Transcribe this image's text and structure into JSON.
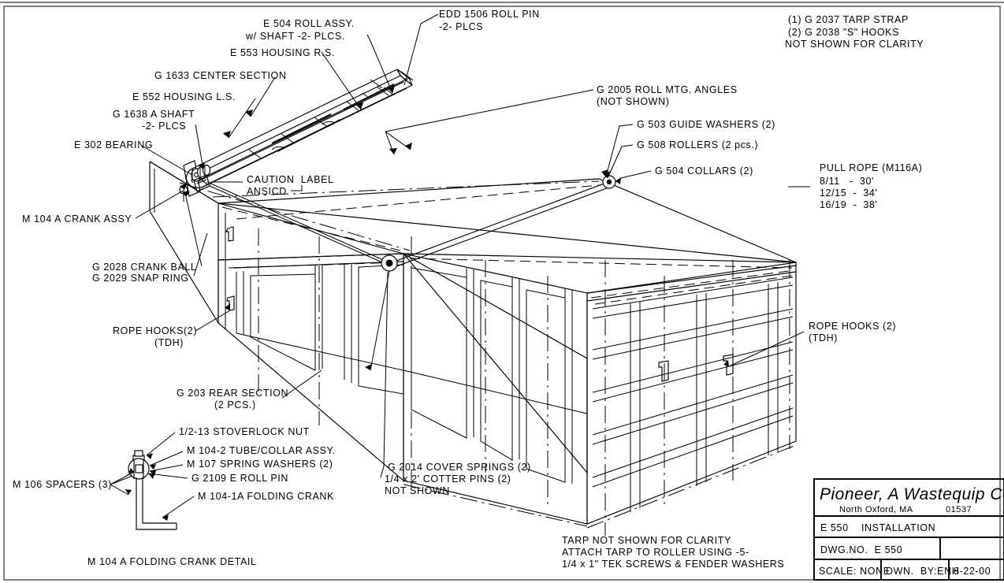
{
  "drawing": {
    "notes_top_right": [
      "(1) G 2037 TARP STRAP",
      "(2) G 2038 \"S\" HOOKS",
      "NOT SHOWN FOR CLARITY"
    ],
    "pull_rope": [
      "PULL ROPE (M116A)",
      "8/11   -  30'",
      "12/15  -  34'",
      "16/19  -  38'"
    ],
    "bottom_note": [
      "TARP NOT SHOWN FOR CLARITY",
      "ATTACH TARP TO ROLLER USING -5-",
      "1/4 x 1\" TEK SCREWS & FENDER WASHERS"
    ],
    "cover_springs_note": [
      "G 2014 COVER SPRINGS (2)",
      "1/4 x 2' COTTER PINS (2)",
      "NOT SHOWN"
    ],
    "labels": {
      "roll_assy_l1": "E 504 ROLL ASSY.",
      "roll_assy_l2": "w/ SHAFT -2- PLCS.",
      "housing_rs": "E 553 HOUSING R.S.",
      "center_section": "G 1633 CENTER SECTION",
      "housing_ls": "E 552 HOUSING L.S.",
      "shaft_l1": "G 1638 A SHAFT",
      "shaft_l2": "-2- PLCS",
      "bearing": "E 302 BEARING",
      "roll_pin_l1": "EDD 1506 ROLL PIN",
      "roll_pin_l2": "-2- PLCS",
      "mtg_angles_l1": "G 2005 ROLL MTG. ANGLES",
      "mtg_angles_l2": "(NOT SHOWN)",
      "guide_washers": "G 503 GUIDE WASHERS (2)",
      "rollers": "G 508 ROLLERS (2 pcs.)",
      "collars": "G 504 COLLARS (2)",
      "caution_l1": "CAUTION  LABEL",
      "caution_l2": "ANSICD",
      "crank_assy": "M 104 A CRANK ASSY",
      "crank_ball": "G 2028 CRANK BALL",
      "snap_ring": "G 2029 SNAP RING",
      "rope_hooks_left_l1": "ROPE HOOKS(2)",
      "rope_hooks_left_l2": "(TDH)",
      "rope_hooks_right_l1": "ROPE HOOKS (2)",
      "rope_hooks_right_l2": "(TDH)",
      "rear_section_l1": "G 203 REAR SECTION",
      "rear_section_l2": "(2 PCS.)"
    },
    "crank_detail": {
      "title": "M 104 A FOLDING CRANK DETAIL",
      "stoverlock_nut": "1/2-13 STOVERLOCK NUT",
      "tube_collar": "M 104-2 TUBE/COLLAR ASSY.",
      "spring_washers": "M 107 SPRING WASHERS (2)",
      "roll_pin": "G 2109 E ROLL PIN",
      "folding_crank": "M 104-1A FOLDING CRANK",
      "spacers": "M 106 SPACERS (3)"
    },
    "title_block": {
      "company": "Pioneer, A Wastequip Co.",
      "city": "North Oxford, MA",
      "zip": "01537",
      "drawing_title": "E 550    INSTALLATION",
      "dwg_no": "DWG.NO.  E 550",
      "scale": "SCALE: NONE",
      "drawn_by": "DWN.  BY:ENH",
      "date": "8-22-00"
    }
  }
}
